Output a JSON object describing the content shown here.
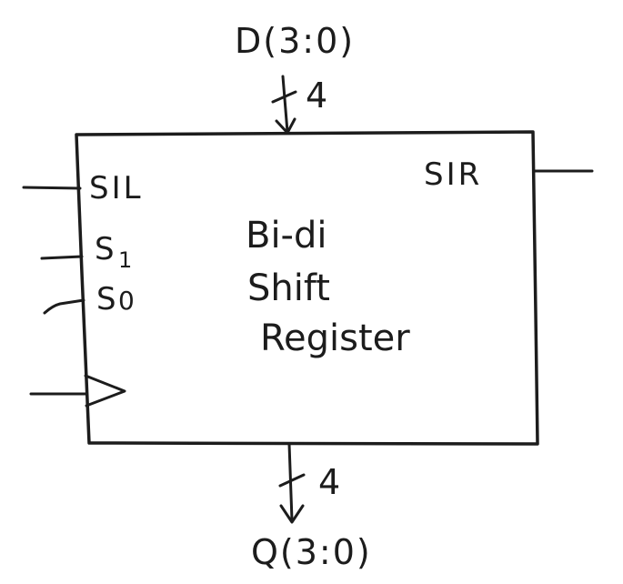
{
  "block": {
    "name_lines": [
      "Bi-di",
      "Shift",
      "Register"
    ]
  },
  "ports": {
    "left_top": "SIL",
    "right_top": "SIR",
    "s1": "S",
    "s1_sub": "1",
    "s0": "S",
    "s0_sub": "0"
  },
  "bus_in": {
    "label": "D(3:0)",
    "width": "4"
  },
  "bus_out": {
    "label": "Q(3:0)",
    "width": "4"
  }
}
